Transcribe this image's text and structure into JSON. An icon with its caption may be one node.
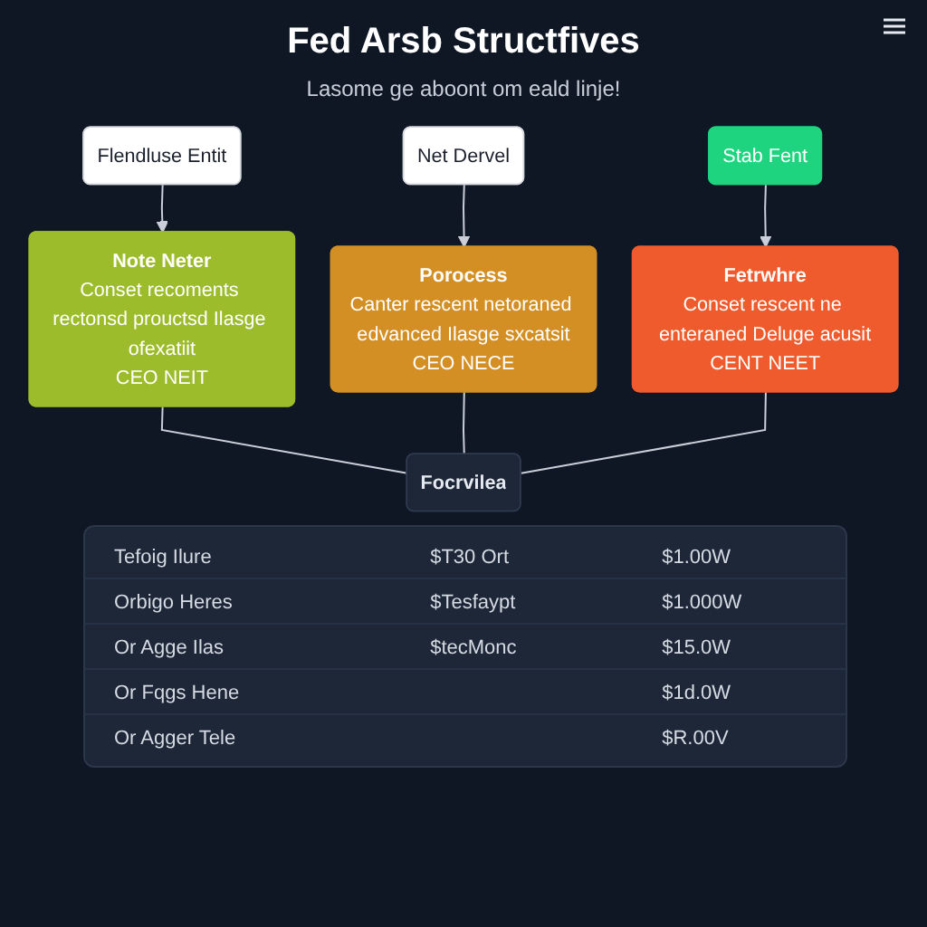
{
  "diagram": {
    "title": "Fed Arsb Structfives",
    "nodes": [
      {
        "text": [
          "Flendluse Entit"
        ]
      },
      {
        "text": [
          "Net Dervel"
        ]
      },
      {
        "text": [
          "Stab Fent"
        ]
      },
      {
        "text": [
          "Note Neter",
          "Conset recoments rectonsd prouctsd Ilasge ofexatiit",
          "CEO NEIT"
        ]
      },
      {
        "text": [
          "Porocess",
          "Canter rescent netoraned edvanced Ilasge sxcatsit",
          "CEO NECE"
        ]
      },
      {
        "text": [
          "Fetrwhre",
          "Conset rescent ne enteraned Deluge acusit",
          "CENT NEET"
        ]
      },
      {
        "text": [
          "Focrvilea"
        ]
      }
    ],
    "edges": [
      {
        "from": 0,
        "to": 3,
        "arrow": "to"
      },
      {
        "from": 1,
        "to": 4,
        "arrow": "to"
      },
      {
        "from": 2,
        "to": 5,
        "arrow": "to"
      },
      {
        "from": 3,
        "to": 6,
        "arrow": "none"
      },
      {
        "from": 4,
        "to": 6,
        "arrow": "none"
      },
      {
        "from": 5,
        "to": 6,
        "arrow": "none"
      }
    ],
    "labels": [
      "Lasome ge aboont om eald linje!",
      "Tefoig Ilure",
      "$T30 Ort",
      "$1.00W",
      "Orbigo Heres",
      "$Tesfaypt",
      "$1.000W",
      "Or Agge Ilas",
      "$tecMonc",
      "$15.0W",
      "Or Fqgs Hene",
      "$1d.0W",
      "Or Agger Tele",
      "$R.00V"
    ]
  }
}
